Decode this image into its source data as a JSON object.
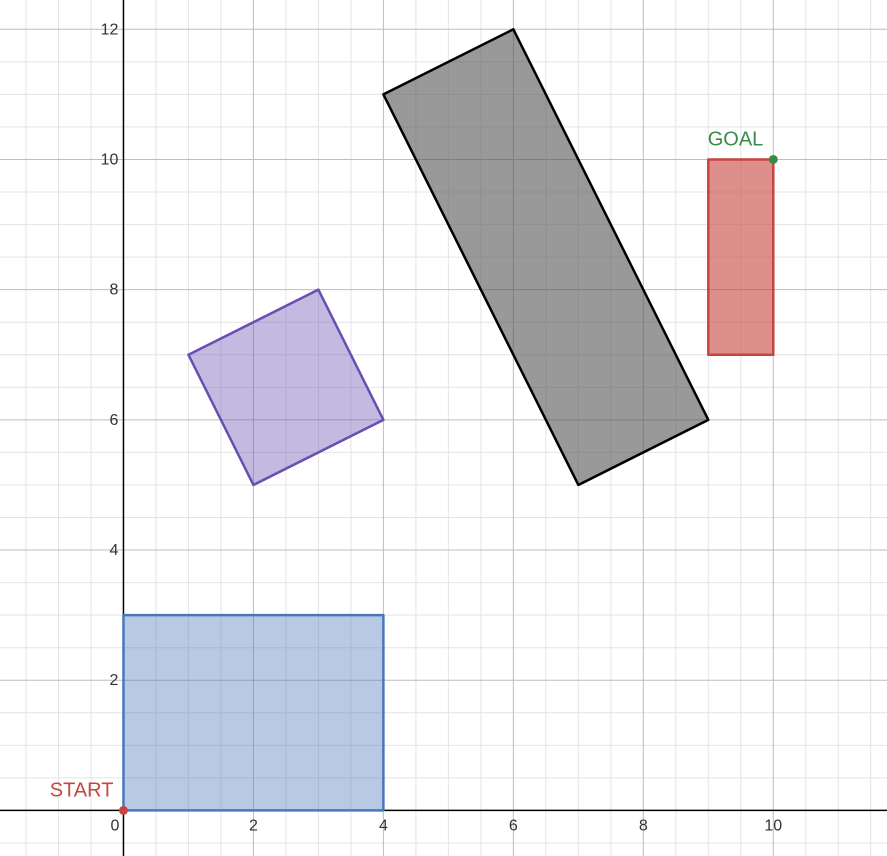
{
  "chart_data": {
    "type": "scatter",
    "title": "",
    "xlabel": "",
    "ylabel": "",
    "xlim": [
      -1.9,
      11.75
    ],
    "ylim": [
      -0.7,
      12.45
    ],
    "grid": true,
    "minor_step": 0.5,
    "major_step": 2,
    "x_tick_labels": [
      {
        "value": 0,
        "label": "0"
      },
      {
        "value": 2,
        "label": "2"
      },
      {
        "value": 4,
        "label": "4"
      },
      {
        "value": 6,
        "label": "6"
      },
      {
        "value": 8,
        "label": "8"
      },
      {
        "value": 10,
        "label": "10"
      }
    ],
    "y_tick_labels": [
      {
        "value": 2,
        "label": "2"
      },
      {
        "value": 4,
        "label": "4"
      },
      {
        "value": 6,
        "label": "6"
      },
      {
        "value": 8,
        "label": "8"
      },
      {
        "value": 10,
        "label": "10"
      },
      {
        "value": 12,
        "label": "12"
      }
    ],
    "polygons": [
      {
        "id": "blue-rectangle",
        "color": "#4A77B9",
        "fill_opacity": 0.4,
        "points": [
          [
            0,
            0
          ],
          [
            4,
            0
          ],
          [
            4,
            3
          ],
          [
            0,
            3
          ]
        ]
      },
      {
        "id": "purple-square",
        "color": "#6A4FB3",
        "fill_opacity": 0.4,
        "points": [
          [
            1,
            7
          ],
          [
            3,
            8
          ],
          [
            4,
            6
          ],
          [
            2,
            5
          ]
        ]
      },
      {
        "id": "gray-rectangle",
        "color": "#000000",
        "fill": "#555555",
        "fill_opacity": 0.6,
        "points": [
          [
            4,
            11
          ],
          [
            6,
            12
          ],
          [
            9,
            6
          ],
          [
            7,
            5
          ]
        ]
      },
      {
        "id": "red-rectangle",
        "color": "#C74440",
        "fill_opacity": 0.6,
        "points": [
          [
            9,
            7
          ],
          [
            10,
            7
          ],
          [
            10,
            10
          ],
          [
            9,
            10
          ]
        ]
      }
    ],
    "points": [
      {
        "id": "start",
        "label": "START",
        "x": 0,
        "y": 0,
        "color": "#C74440",
        "label_position": "upper-left"
      },
      {
        "id": "goal",
        "label": "GOAL",
        "x": 10,
        "y": 10,
        "color": "#388C46",
        "label_position": "upper-left"
      }
    ]
  }
}
